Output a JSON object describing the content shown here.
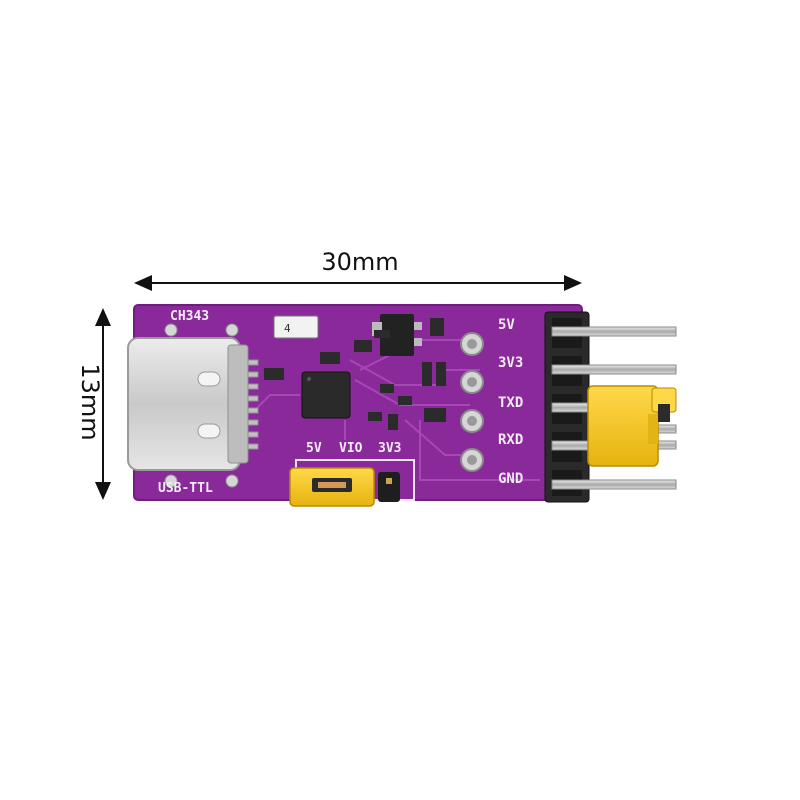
{
  "dimensions": {
    "width": "30mm",
    "height": "13mm"
  },
  "board": {
    "chip": "CH343",
    "name": "USB-TTL",
    "ic_mark": "4",
    "voltage_select": [
      "5V",
      "VIO",
      "3V3"
    ],
    "pins": [
      "5V",
      "3V3",
      "TXD",
      "RXD",
      "GND"
    ]
  },
  "colors": {
    "pcb": "#8a2a9a",
    "jumper": "#f2c61c",
    "usb_connector": "#d9d9d9",
    "header": "#222222",
    "pins": "#c8c8c8"
  }
}
